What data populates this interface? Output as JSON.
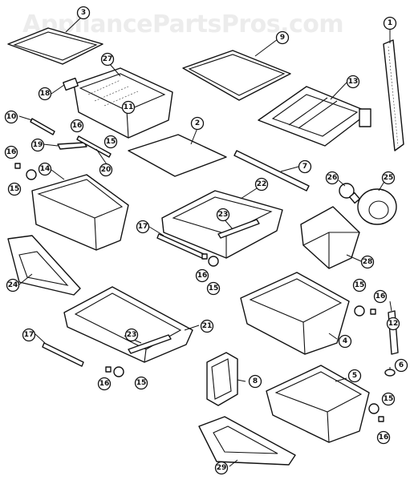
{
  "watermark": "AppliancePartsPros.com",
  "callouts": [
    "1",
    "2",
    "3",
    "4",
    "5",
    "6",
    "7",
    "8",
    "9",
    "10",
    "11",
    "13",
    "14",
    "15",
    "16",
    "17",
    "18",
    "19",
    "20",
    "21",
    "22",
    "23",
    "24",
    "25",
    "26",
    "27",
    "28",
    "29"
  ]
}
